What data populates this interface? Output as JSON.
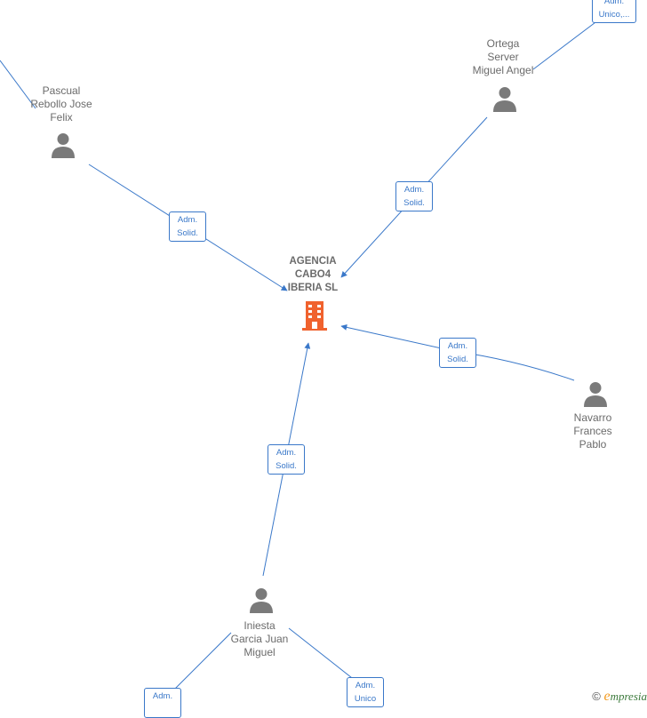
{
  "colors": {
    "edge": "#3a78c9",
    "person": "#7a7a7a",
    "company": "#f0622e",
    "text": "#6b6b6b"
  },
  "company": {
    "label": "AGENCIA\nCABO4\nIBERIA  SL",
    "icon": "building-icon"
  },
  "persons": [
    {
      "id": "pascual",
      "label": "Pascual\nRebollo Jose\nFelix",
      "icon": "person-icon"
    },
    {
      "id": "ortega",
      "label": "Ortega\nServer\nMiguel Angel",
      "icon": "person-icon"
    },
    {
      "id": "navarro",
      "label": "Navarro\nFrances\nPablo",
      "icon": "person-icon"
    },
    {
      "id": "iniesta",
      "label": "Iniesta\nGarcia Juan\nMiguel",
      "icon": "person-icon"
    }
  ],
  "edges": [
    {
      "from": "pascual",
      "to": "company",
      "label": "Adm.\nSolid."
    },
    {
      "from": "ortega",
      "to": "company",
      "label": "Adm.\nSolid."
    },
    {
      "from": "navarro",
      "to": "company",
      "label": "Adm.\nSolid."
    },
    {
      "from": "iniesta",
      "to": "company",
      "label": "Adm.\nSolid."
    },
    {
      "from": "ortega",
      "to": "offscreen-top-right",
      "label": "Adm.\nUnico,..."
    },
    {
      "from": "iniesta",
      "to": "offscreen-bottom-left",
      "label": "Adm."
    },
    {
      "from": "iniesta",
      "to": "offscreen-bottom-right",
      "label": "Adm.\nUnico"
    }
  ],
  "brand": {
    "copyright": "©",
    "initial": "e",
    "name": "mpresia"
  }
}
